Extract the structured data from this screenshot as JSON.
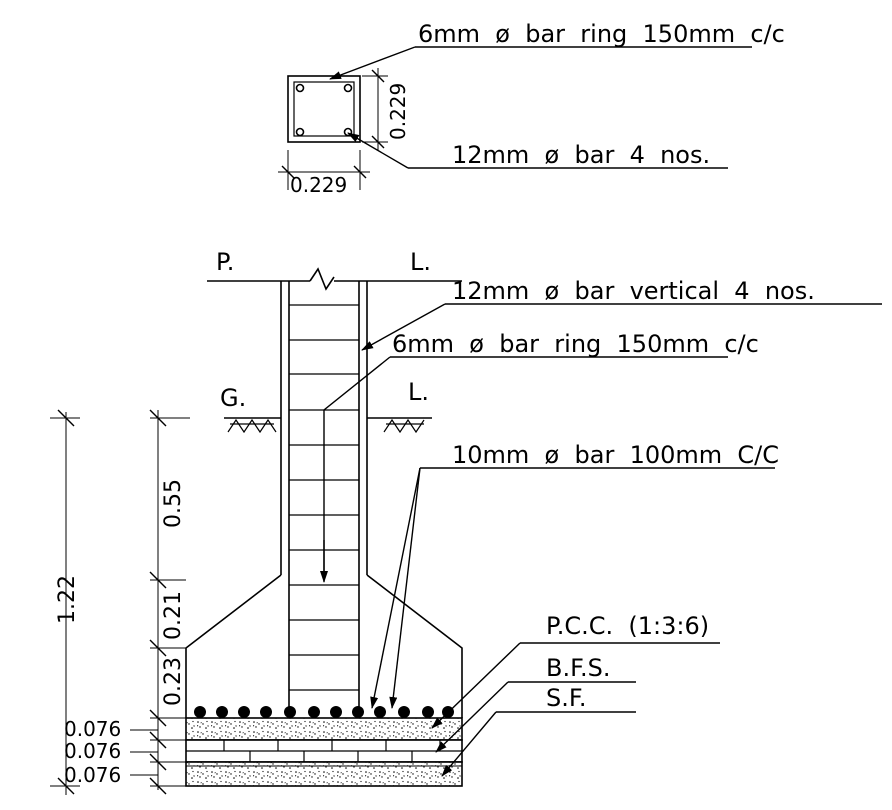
{
  "column_section": {
    "dim_width": "0.229",
    "dim_height": "0.229",
    "ring_label": "6mm  ø  bar  ring  150mm  c/c",
    "bar_label": "12mm  ø  bar  4  nos."
  },
  "elevation": {
    "plinth_p": "P.",
    "plinth_l": "L.",
    "ground_g": "G.",
    "ground_l": "L.",
    "vertical_bar_label": "12mm  ø  bar  vertical  4  nos.",
    "ring_label": "6mm  ø  bar  ring  150mm  c/c",
    "mesh_label": "10mm  ø  bar  100mm  C/C",
    "pcc_label": "P.C.C.  (1:3:6)",
    "bfs_label": "B.F.S.",
    "sf_label": "S.F."
  },
  "dimensions": {
    "total": "1.22",
    "d1": "0.55",
    "d2": "0.21",
    "d3": "0.23",
    "d4": "0.076",
    "d5": "0.076",
    "d6": "0.076"
  }
}
